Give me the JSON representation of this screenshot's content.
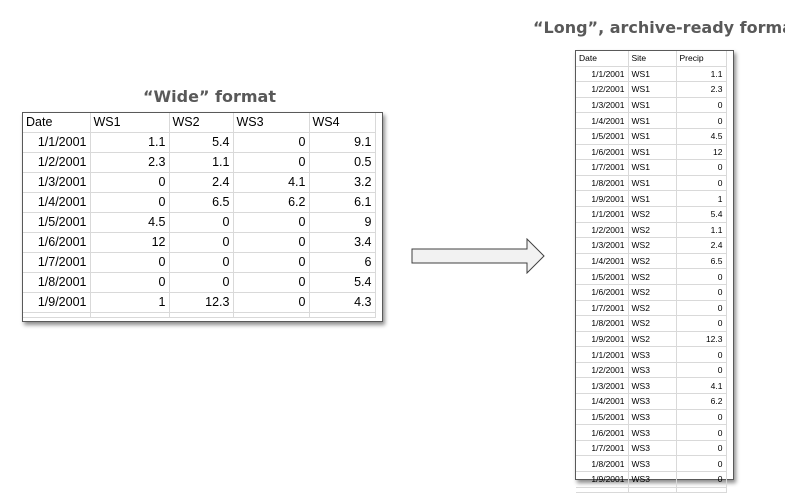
{
  "wide": {
    "heading": "“Wide” format",
    "columns": [
      "Date",
      "WS1",
      "WS2",
      "WS3",
      "WS4"
    ],
    "rows": [
      [
        "1/1/2001",
        "1.1",
        "5.4",
        "0",
        "9.1"
      ],
      [
        "1/2/2001",
        "2.3",
        "1.1",
        "0",
        "0.5"
      ],
      [
        "1/3/2001",
        "0",
        "2.4",
        "4.1",
        "3.2"
      ],
      [
        "1/4/2001",
        "0",
        "6.5",
        "6.2",
        "6.1"
      ],
      [
        "1/5/2001",
        "4.5",
        "0",
        "0",
        "9"
      ],
      [
        "1/6/2001",
        "12",
        "0",
        "0",
        "3.4"
      ],
      [
        "1/7/2001",
        "0",
        "0",
        "0",
        "6"
      ],
      [
        "1/8/2001",
        "0",
        "0",
        "0",
        "5.4"
      ],
      [
        "1/9/2001",
        "1",
        "12.3",
        "0",
        "4.3"
      ]
    ]
  },
  "long": {
    "heading": "“Long”, archive-ready format",
    "columns": [
      "Date",
      "Site",
      "Precip"
    ],
    "rows": [
      [
        "1/1/2001",
        "WS1",
        "1.1"
      ],
      [
        "1/2/2001",
        "WS1",
        "2.3"
      ],
      [
        "1/3/2001",
        "WS1",
        "0"
      ],
      [
        "1/4/2001",
        "WS1",
        "0"
      ],
      [
        "1/5/2001",
        "WS1",
        "4.5"
      ],
      [
        "1/6/2001",
        "WS1",
        "12"
      ],
      [
        "1/7/2001",
        "WS1",
        "0"
      ],
      [
        "1/8/2001",
        "WS1",
        "0"
      ],
      [
        "1/9/2001",
        "WS1",
        "1"
      ],
      [
        "1/1/2001",
        "WS2",
        "5.4"
      ],
      [
        "1/2/2001",
        "WS2",
        "1.1"
      ],
      [
        "1/3/2001",
        "WS2",
        "2.4"
      ],
      [
        "1/4/2001",
        "WS2",
        "6.5"
      ],
      [
        "1/5/2001",
        "WS2",
        "0"
      ],
      [
        "1/6/2001",
        "WS2",
        "0"
      ],
      [
        "1/7/2001",
        "WS2",
        "0"
      ],
      [
        "1/8/2001",
        "WS2",
        "0"
      ],
      [
        "1/9/2001",
        "WS2",
        "12.3"
      ],
      [
        "1/1/2001",
        "WS3",
        "0"
      ],
      [
        "1/2/2001",
        "WS3",
        "0"
      ],
      [
        "1/3/2001",
        "WS3",
        "4.1"
      ],
      [
        "1/4/2001",
        "WS3",
        "6.2"
      ],
      [
        "1/5/2001",
        "WS3",
        "0"
      ],
      [
        "1/6/2001",
        "WS3",
        "0"
      ],
      [
        "1/7/2001",
        "WS3",
        "0"
      ],
      [
        "1/8/2001",
        "WS3",
        "0"
      ],
      [
        "1/9/2001",
        "WS3",
        "0"
      ]
    ]
  },
  "colors": {
    "heading": "#595959",
    "sheet_border": "#595959",
    "grid_line": "#d9d9d9",
    "arrow_fill": "#f2f2f2",
    "arrow_stroke": "#404040"
  },
  "arrow_icon": "right-arrow-icon"
}
